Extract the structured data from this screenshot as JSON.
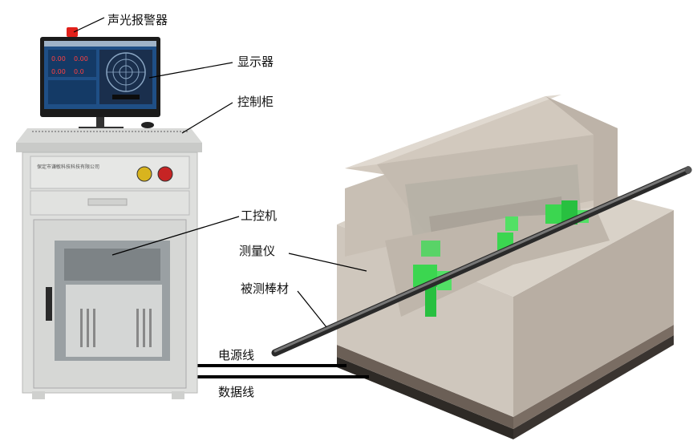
{
  "labels": {
    "alarm": "声光报警器",
    "display": "显示器",
    "cabinet": "控制柜",
    "ipc": "工控机",
    "gauge": "测量仪",
    "rod": "被测棒材",
    "power_line": "电源线",
    "data_line": "数据线"
  },
  "cabinet_panel": {
    "company": "保定市谦敏科技科技有限公司"
  },
  "screen_readouts": [
    "0.00",
    "0.00",
    "0.00",
    "0.0"
  ]
}
